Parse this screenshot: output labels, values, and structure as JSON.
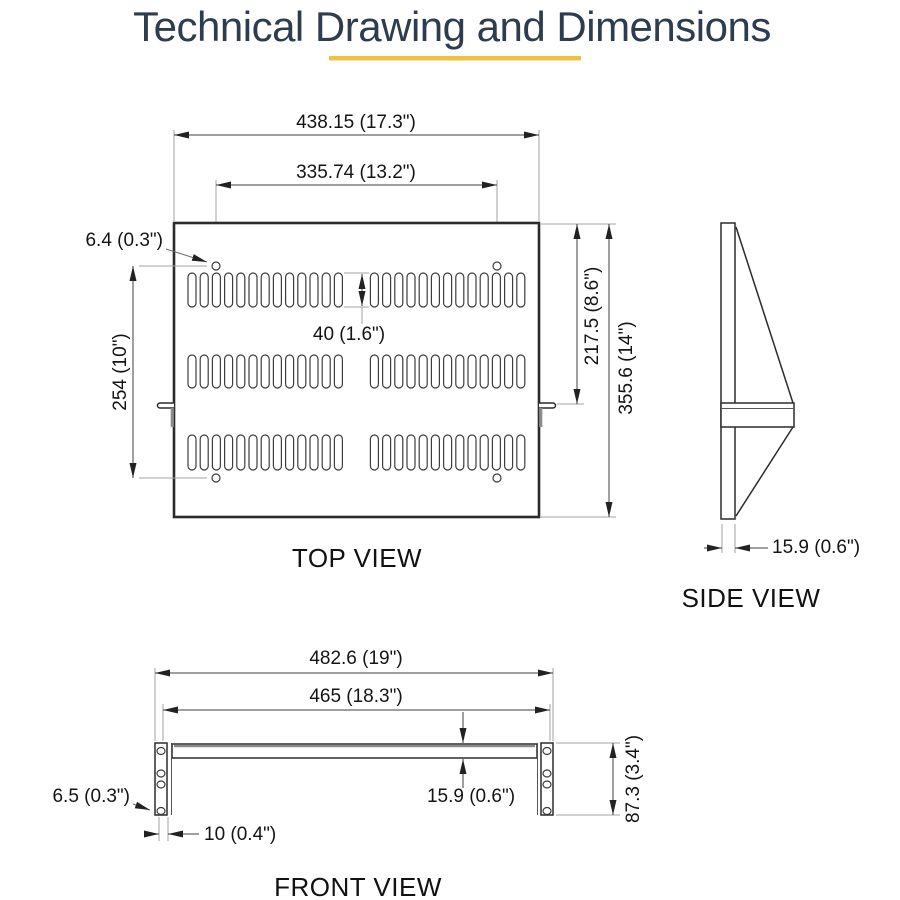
{
  "title": "Technical Drawing and Dimensions",
  "accent_color": "#F0C23C",
  "top_view": {
    "label": "TOP VIEW",
    "overall_width": "438.15 (17.3\")",
    "hole_spacing": "335.74 (13.2\")",
    "hole_diameter": "6.4 (0.3\")",
    "slot_length": "40 (1.6\")",
    "hole_row_spacing": "254 (10\")",
    "front_to_bracket": "217.5 (8.6\")",
    "overall_depth": "355.6 (14\")",
    "vents": {
      "rows": 3,
      "groups_per_row": 2,
      "slots_per_group": 13
    }
  },
  "side_view": {
    "label": "SIDE VIEW",
    "thickness": "15.9 (0.6\")"
  },
  "front_view": {
    "label": "FRONT VIEW",
    "overall_width": "482.6 (19\")",
    "inner_width": "465 (18.3\")",
    "shelf_thickness": "15.9 (0.6\")",
    "flange_height": "87.3 (3.4\")",
    "hole_diameter": "6.5 (0.3\")",
    "flange_width": "10 (0.4\")"
  }
}
